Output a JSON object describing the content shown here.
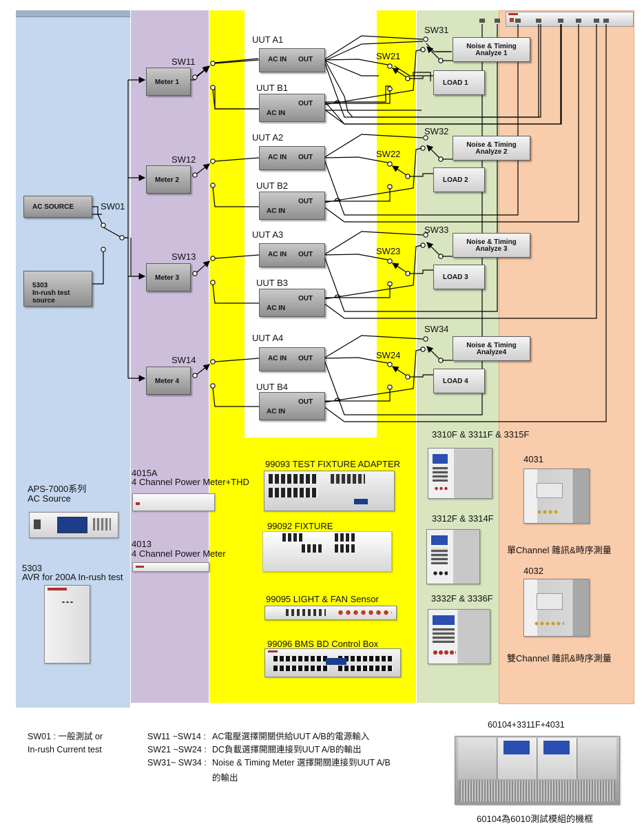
{
  "switches": {
    "sw01": "SW01",
    "sw11": "SW11",
    "sw12": "SW12",
    "sw13": "SW13",
    "sw14": "SW14",
    "sw21": "SW21",
    "sw22": "SW22",
    "sw23": "SW23",
    "sw24": "SW24",
    "sw31": "SW31",
    "sw32": "SW32",
    "sw33": "SW33",
    "sw34": "SW34"
  },
  "sources": {
    "ac_source": "AC SOURCE",
    "inrush_line1": "5303",
    "inrush_line2": "In-rush test",
    "inrush_line3": "source"
  },
  "meters": [
    "Meter 1",
    "Meter 2",
    "Meter 3",
    "Meter 4"
  ],
  "uuts": {
    "a": [
      "UUT A1",
      "UUT A2",
      "UUT A3",
      "UUT A4"
    ],
    "b": [
      "UUT B1",
      "UUT B2",
      "UUT B3",
      "UUT B4"
    ],
    "ac_in": "AC IN",
    "out": "OUT"
  },
  "noise": [
    "Noise & Timing\nAnalyze 1",
    "Noise & Timing\nAnalyze 2",
    "Noise & Timing\nAnalyze 3",
    "Noise & Timing\nAnalyze4"
  ],
  "loads": [
    "LOAD 1",
    "LOAD 2",
    "LOAD 3",
    "LOAD 4"
  ],
  "products": {
    "aps_title": "APS-7000系列",
    "aps_sub": "AC Source",
    "avr_title": "5303",
    "avr_sub": "AVR for 200A In-rush test",
    "pm_4015a_title": "4015A",
    "pm_4015a_sub": "4 Channel Power Meter+THD",
    "pm_4013_title": "4013",
    "pm_4013_sub": "4 Channel Power Meter",
    "fixture_adapter": "99093 TEST FIXTURE ADAPTER",
    "fixture": "99092 FIXTURE",
    "sensor": "99095 LIGHT & FAN Sensor",
    "bms": "99096 BMS BD Control Box",
    "load_3310": "3310F & 3311F & 3315F",
    "load_3312": "3312F & 3314F",
    "load_3332": "3332F & 3336F",
    "nt_4031": "4031",
    "nt_4031_desc": "單Channel 雜訊&時序測量",
    "nt_4032": "4032",
    "nt_4032_desc": "雙Channel 雜訊&時序測量",
    "frame_title": "60104+3311F+4031",
    "frame_caption": "60104為6010測試模組的機框"
  },
  "notes": {
    "sw01_line1": "SW01 : 一般測試 or",
    "sw01_line2": "In-rush Current test",
    "sw11_label": "SW11 ~SW14 :",
    "sw11_text": "AC電壓選擇開關供給UUT A/B的電源輸入",
    "sw21_label": "SW21 ~SW24 :",
    "sw21_text": "DC負載選擇開關連接到UUT A/B的輸出",
    "sw31_label": "SW31~ SW34 :",
    "sw31_text": "Noise & Timing Meter 選擇開關連接到UUT A/B",
    "sw31_text2": "的輸出"
  },
  "colors": {
    "blue_zone": "#c4d7ee",
    "purple_zone": "#cdbfdc",
    "yellow_zone": "#ffff00",
    "green_zone": "#d8e5bf",
    "orange_zone": "#f9ccab",
    "box_gray": "#b0b0b0"
  }
}
